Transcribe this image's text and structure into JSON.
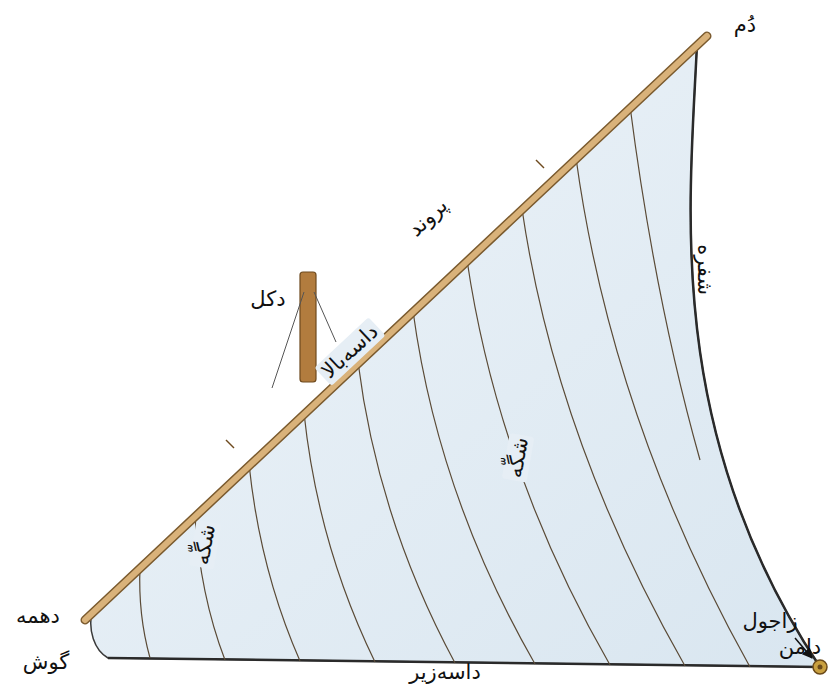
{
  "diagram": {
    "labels": [
      "دُم",
      "پروند",
      "دکل",
      "داسه‌بالا",
      "شفره",
      "شگّه",
      "شگّه",
      "دهمه",
      "گوش",
      "داسه‌زیر",
      "زاجول",
      "دامن"
    ]
  }
}
